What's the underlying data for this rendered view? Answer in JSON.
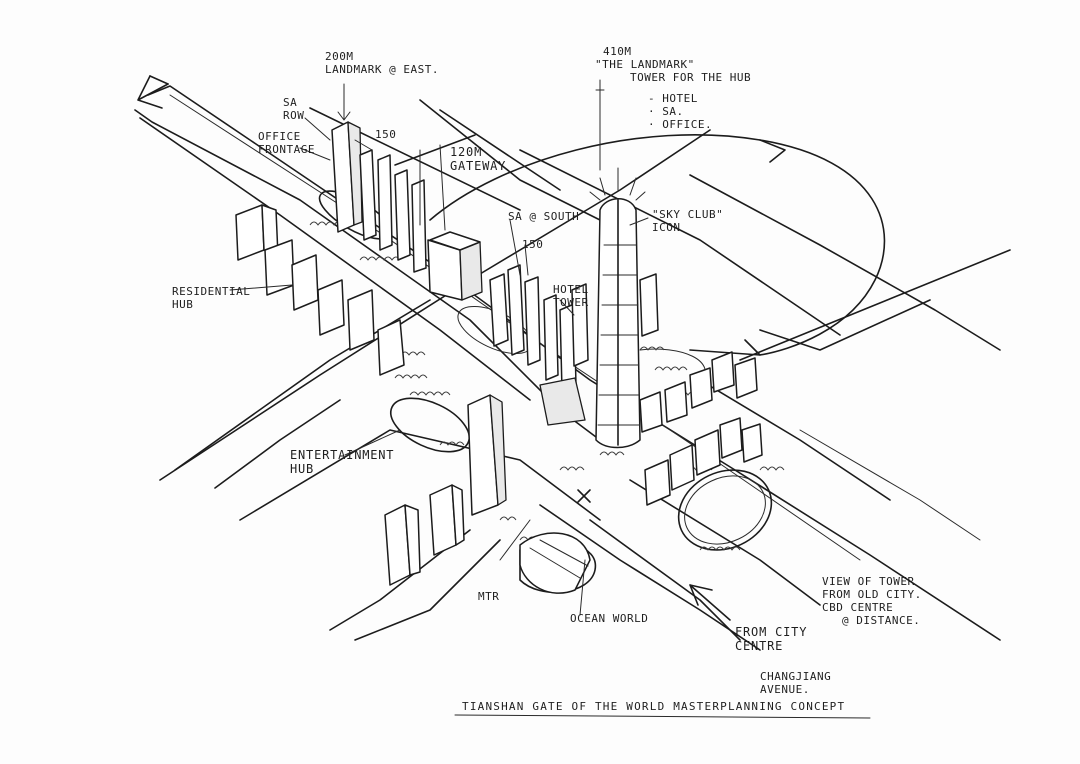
{
  "labels": {
    "landmark_east": {
      "line1": "200M",
      "line2": "LANDMARK @ EAST."
    },
    "landmark_tower": {
      "line1": "410M",
      "line2": "\"THE LANDMARK\"",
      "line3": "TOWER FOR THE HUB"
    },
    "tower_uses": {
      "line1": "- HOTEL",
      "line2": "· SA.",
      "line3": "· OFFICE."
    },
    "sa_row": {
      "line1": "SA",
      "line2": "ROW"
    },
    "height_150_a": "150",
    "office_frontage": {
      "line1": "OFFICE",
      "line2": "FRONTAGE"
    },
    "gateway": {
      "line1": "120M",
      "line2": "GATEWAY"
    },
    "sa_south": "SA @ SOUTH",
    "height_150_b": "150",
    "skyclub": {
      "line1": "\"SKY CLUB\"",
      "line2": "ICON"
    },
    "residential_hub": {
      "line1": "RESIDENTIAL",
      "line2": "HUB"
    },
    "hotel_tower": {
      "line1": "HOTEL",
      "line2": "TOWER"
    },
    "entertainment_hub": {
      "line1": "ENTERTAINMENT",
      "line2": "HUB"
    },
    "mtr": "MTR",
    "ocean_world": "OCEAN WORLD",
    "view_of_tower": {
      "line1": "VIEW OF TOWER",
      "line2": "FROM OLD CITY.",
      "line3": "CBD CENTRE",
      "line4": "@ DISTANCE."
    },
    "from_city_centre": {
      "line1": "FROM CITY",
      "line2": "CENTRE"
    },
    "changjiang_avenue": {
      "line1": "CHANGJIANG",
      "line2": "AVENUE."
    },
    "sheet_title": "TIANSHAN GATE OF THE WORLD MASTERPLANNING CONCEPT"
  },
  "colors": {
    "ink": "#1c1c1c",
    "paper": "#fdfdfd"
  }
}
